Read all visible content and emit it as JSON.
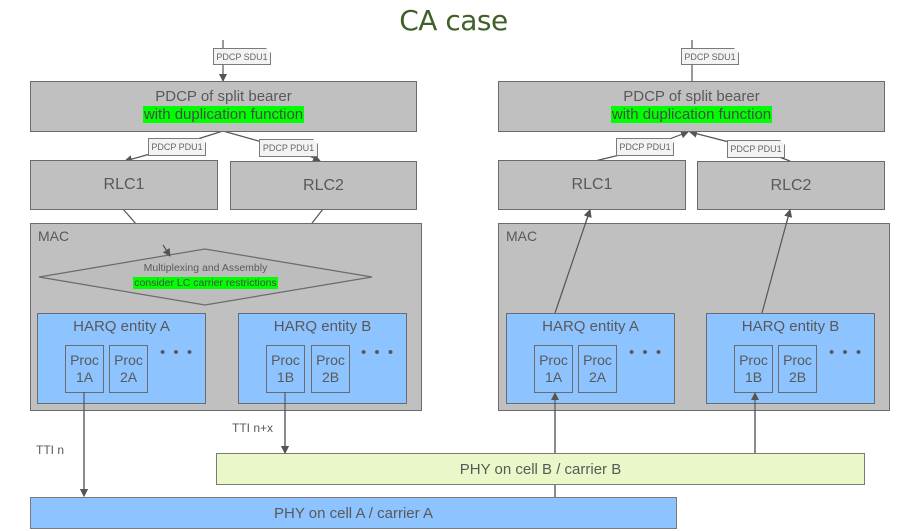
{
  "title": "CA case",
  "left": {
    "sdu_tag": "PDCP SDU1",
    "pdcp": {
      "line1": "PDCP of split bearer",
      "line2": "with duplication function"
    },
    "pdu_tags": [
      "PDCP PDU1",
      "PDCP PDU1"
    ],
    "rlc": [
      "RLC1",
      "RLC2"
    ],
    "mac_label": "MAC",
    "mux": {
      "line1": "Multiplexing and Assembly",
      "line2": "consider LC carrier restrictions"
    },
    "harq": [
      {
        "label": "HARQ entity A",
        "procs": [
          "Proc 1A",
          "Proc 2A"
        ],
        "more": "• • •"
      },
      {
        "label": "HARQ entity B",
        "procs": [
          "Proc 1B",
          "Proc 2B"
        ],
        "more": "• • •"
      }
    ]
  },
  "right": {
    "sdu_tag": "PDCP SDU1",
    "pdcp": {
      "line1": "PDCP of split bearer",
      "line2": "with duplication function"
    },
    "pdu_tags": [
      "PDCP PDU1",
      "PDCP PDU1"
    ],
    "rlc": [
      "RLC1",
      "RLC2"
    ],
    "mac_label": "MAC",
    "harq": [
      {
        "label": "HARQ entity A",
        "procs": [
          "Proc 1A",
          "Proc 2A"
        ],
        "more": "• • •"
      },
      {
        "label": "HARQ entity B",
        "procs": [
          "Proc 1B",
          "Proc 2B"
        ],
        "more": "• • •"
      }
    ]
  },
  "timing": {
    "tti_a": "TTI n",
    "tti_b": "TTI n+x"
  },
  "phy": {
    "cell_b": "PHY on cell B / carrier B",
    "cell_a": "PHY on cell A / carrier A"
  },
  "colors": {
    "title": "#3f6129",
    "highlight": "#00ff00",
    "gray_box": "#c0c0c0",
    "harq_blue": "#8dc3ff",
    "phy_b": "#eaf7c8"
  }
}
